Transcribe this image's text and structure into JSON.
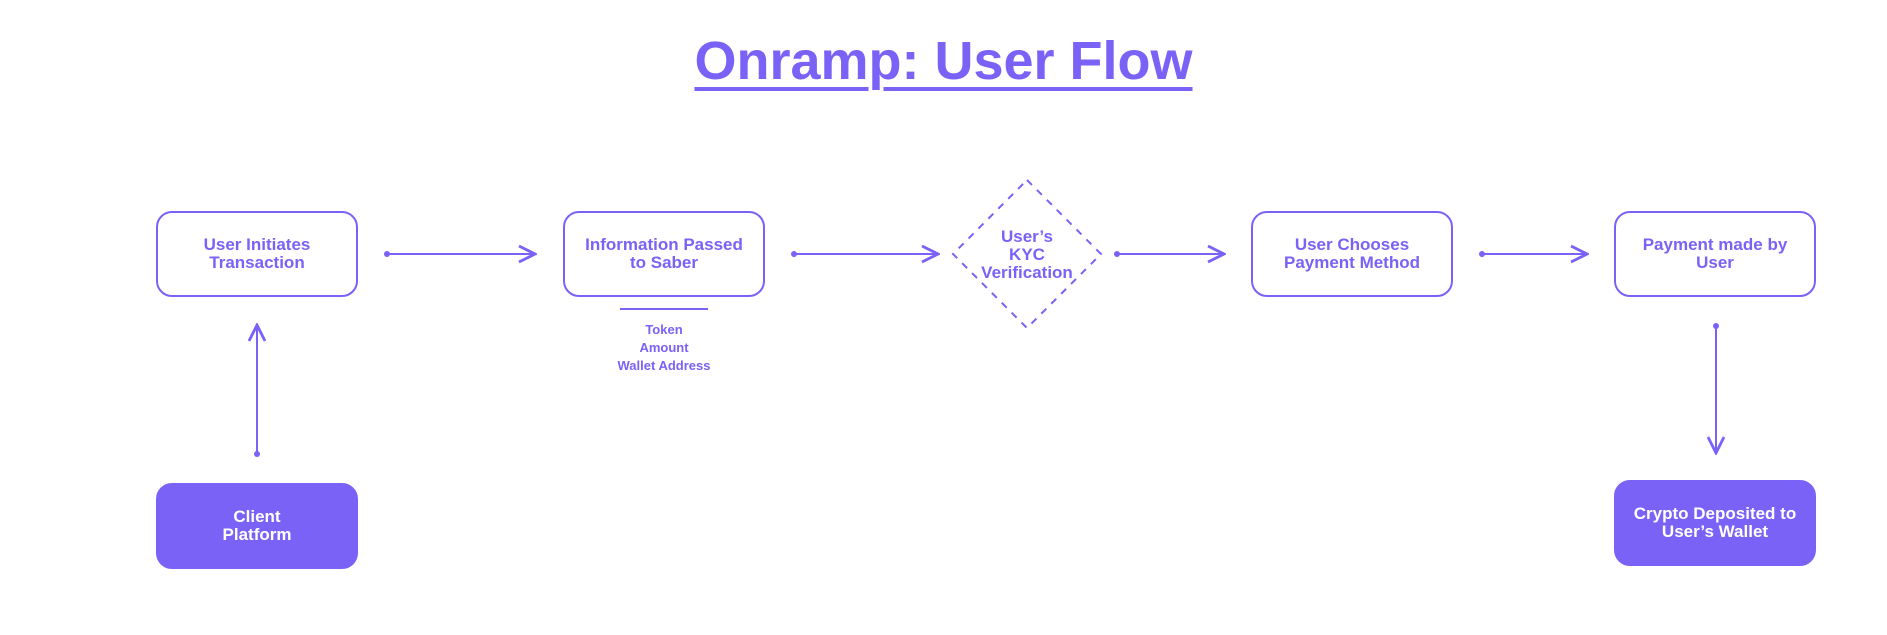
{
  "title": "Onramp: User Flow",
  "colors": {
    "accent": "#7a62f6",
    "background": "#ffffff",
    "filled_text": "#ffffff"
  },
  "nodes": {
    "user_initiates": {
      "label": "User Initiates\nTransaction"
    },
    "info_passed": {
      "label": "Information Passed\nto Saber"
    },
    "kyc": {
      "label": "User’s\nKYC\nVerification"
    },
    "payment_method": {
      "label": "User Chooses\nPayment Method"
    },
    "payment_made": {
      "label": "Payment made by\nUser"
    },
    "client_platform": {
      "label": "Client\nPlatform"
    },
    "crypto_deposited": {
      "label": "Crypto Deposited to\nUser’s Wallet"
    }
  },
  "info_details": [
    "Token",
    "Amount",
    "Wallet Address"
  ]
}
